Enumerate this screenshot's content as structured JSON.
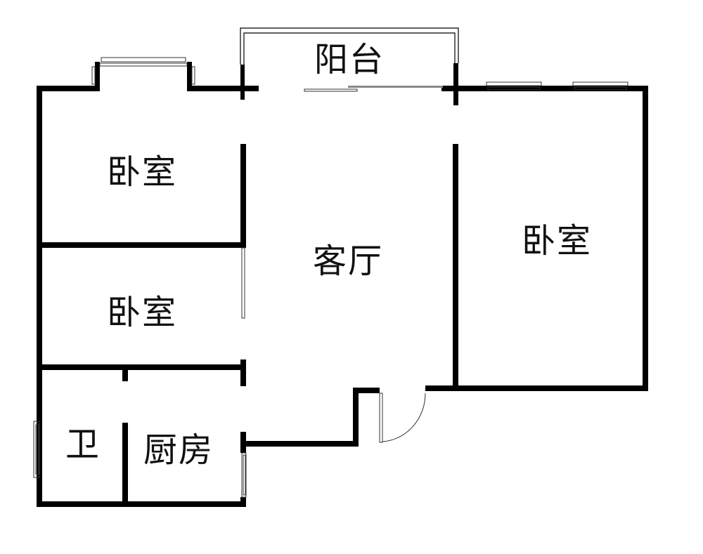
{
  "rooms": {
    "balcony": "阳台",
    "bedroom_top_left": "卧室",
    "bedroom_mid_left": "卧室",
    "living_room": "客厅",
    "bedroom_right": "卧室",
    "bathroom": "卫",
    "kitchen": "厨房"
  },
  "colors": {
    "wall": "#000000",
    "window": "#555555"
  }
}
